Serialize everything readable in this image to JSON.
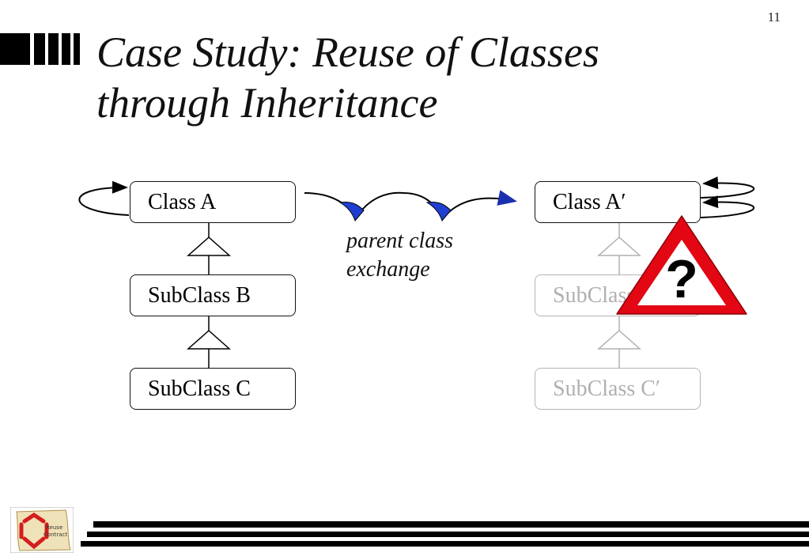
{
  "slide": {
    "page_number": "11",
    "title_line1": "Case Study: Reuse of Classes",
    "title_line2": "through Inheritance"
  },
  "left_hierarchy": {
    "class_a": "Class A",
    "subclass_b": "SubClass B",
    "subclass_c": "SubClass C"
  },
  "right_hierarchy": {
    "class_a_prime": "Class A′",
    "subclass_b_prime": "SubClass B′",
    "subclass_c_prime": "SubClass C′"
  },
  "exchange": {
    "line1": "parent class",
    "line2": "exchange"
  },
  "warning": {
    "symbol": "?",
    "color": "#e30613"
  },
  "logo": {
    "text_line1": "Reuse",
    "text_line2": "Contract"
  },
  "colors": {
    "arrow_blue": "#1f3fd1",
    "faded_gray": "#b0b0b0"
  }
}
